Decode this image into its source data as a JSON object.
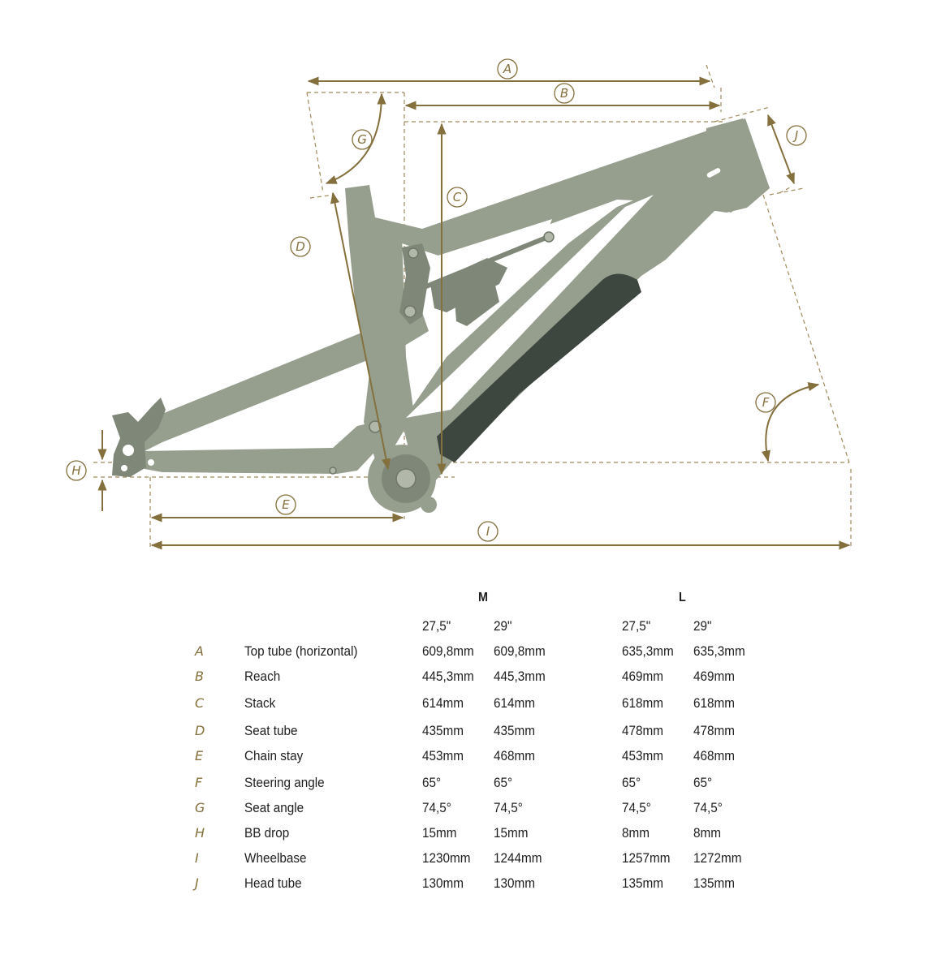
{
  "diagram": {
    "labels": [
      "A",
      "B",
      "C",
      "D",
      "E",
      "F",
      "G",
      "H",
      "I",
      "J"
    ],
    "colors": {
      "dimension": "#84703d",
      "frame": "#969f8e",
      "battery": "#3e4640"
    }
  },
  "table": {
    "sizes": [
      {
        "name": "M",
        "wheels": [
          "27,5\"",
          "29\""
        ]
      },
      {
        "name": "L",
        "wheels": [
          "27,5\"",
          "29\""
        ]
      }
    ],
    "rows": [
      {
        "key": "A",
        "label": "Top tube (horizontal)",
        "values": [
          "609,8mm",
          "609,8mm",
          "635,3mm",
          "635,3mm"
        ]
      },
      {
        "key": "B",
        "label": "Reach",
        "values": [
          "445,3mm",
          "445,3mm",
          "469mm",
          "469mm"
        ]
      },
      {
        "key": "C",
        "label": "Stack",
        "values": [
          "614mm",
          "614mm",
          "618mm",
          "618mm"
        ]
      },
      {
        "key": "D",
        "label": "Seat tube",
        "values": [
          "435mm",
          "435mm",
          "478mm",
          "478mm"
        ]
      },
      {
        "key": "E",
        "label": "Chain stay",
        "values": [
          "453mm",
          "468mm",
          "453mm",
          "468mm"
        ]
      },
      {
        "key": "F",
        "label": "Steering angle",
        "values": [
          "65°",
          "65°",
          "65°",
          "65°"
        ]
      },
      {
        "key": "G",
        "label": "Seat angle",
        "values": [
          "74,5°",
          "74,5°",
          "74,5°",
          "74,5°"
        ]
      },
      {
        "key": "H",
        "label": "BB drop",
        "values": [
          "15mm",
          "15mm",
          "8mm",
          "8mm"
        ]
      },
      {
        "key": "I",
        "label": "Wheelbase",
        "values": [
          "1230mm",
          "1244mm",
          "1257mm",
          "1272mm"
        ]
      },
      {
        "key": "J",
        "label": "Head tube",
        "values": [
          "130mm",
          "130mm",
          "135mm",
          "135mm"
        ]
      }
    ]
  }
}
